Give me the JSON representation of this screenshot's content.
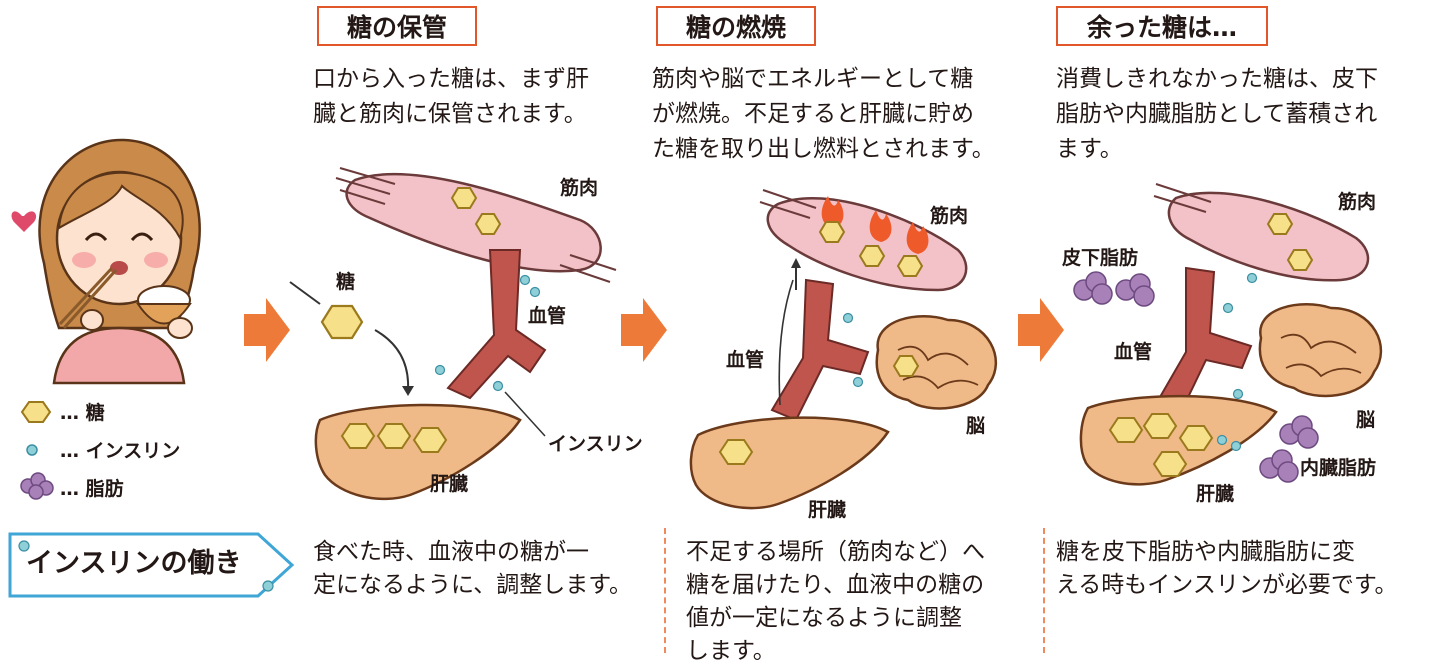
{
  "panels": [
    {
      "title": "糖の保管",
      "desc_lines": [
        "口から入った糖は、まず肝",
        "臓と筋肉に保管されます。"
      ],
      "bottom_lines": [
        "食べた時、血液中の糖が一",
        "定になるように、調整します。"
      ],
      "labels": {
        "muscle": "筋肉",
        "sugar": "糖",
        "vessel": "血管",
        "insulin": "インスリン",
        "liver": "肝臓"
      }
    },
    {
      "title": "糖の燃焼",
      "desc_lines": [
        "筋肉や脳でエネルギーとして糖",
        "が燃焼。不足すると肝臓に貯め",
        "た糖を取り出し燃料とされます。"
      ],
      "bottom_lines": [
        "不足する場所（筋肉など）へ",
        "糖を届けたり、血液中の糖の",
        "値が一定になるように調整",
        "します。"
      ],
      "labels": {
        "muscle": "筋肉",
        "vessel": "血管",
        "brain": "脳",
        "liver": "肝臓"
      }
    },
    {
      "title": "余った糖は…",
      "desc_lines": [
        "消費しきれなかった糖は、皮下",
        "脂肪や内臓脂肪として蓄積され",
        "ます。"
      ],
      "bottom_lines": [
        "糖を皮下脂肪や内臓脂肪に変",
        "える時もインスリンが必要です。"
      ],
      "labels": {
        "muscle": "筋肉",
        "subcutaneous_fat": "皮下脂肪",
        "vessel": "血管",
        "brain": "脳",
        "liver": "肝臓",
        "visceral_fat": "内臓脂肪"
      }
    }
  ],
  "legend": [
    {
      "icon": "hexagon-sugar-icon",
      "text": "… 糖"
    },
    {
      "icon": "dot-insulin-icon",
      "text": "… インスリン"
    },
    {
      "icon": "blob-fat-icon",
      "text": "… 脂肪"
    }
  ],
  "badge": {
    "text": "インスリンの働き"
  },
  "colors": {
    "accent": "#e2572a",
    "arrow": "#ee7a3a",
    "sugar_fill": "#f7e08a",
    "sugar_stroke": "#9a7a1c",
    "insulin_fill": "#8fcfd8",
    "fat_fill": "#a781b8",
    "muscle_fill": "#f2c2c8",
    "liver_fill": "#efb988",
    "vessel_fill": "#c0554d",
    "badge_border": "#3fa6d6",
    "divider": "#f08a5d"
  }
}
